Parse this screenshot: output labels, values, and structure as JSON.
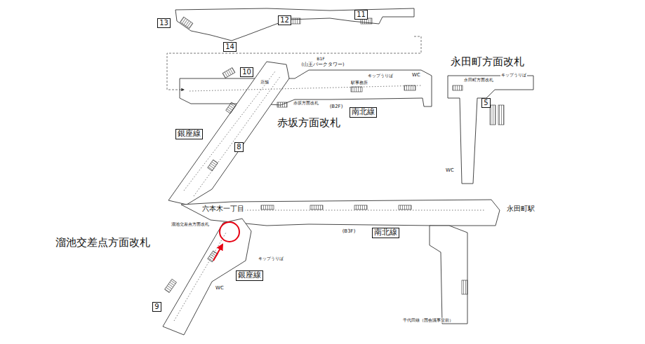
{
  "diagram": {
    "nodes": [
      {
        "text": [
          "13"
        ]
      },
      {
        "text": [
          "12"
        ]
      },
      {
        "text": [
          "11"
        ]
      },
      {
        "text": [
          "14"
        ]
      },
      {
        "text": [
          "10"
        ]
      },
      {
        "text": [
          "銀座線"
        ]
      },
      {
        "text": [
          "8"
        ]
      },
      {
        "text": [
          "南北線"
        ]
      },
      {
        "text": [
          "5"
        ]
      },
      {
        "text": [
          "南北線"
        ]
      },
      {
        "text": [
          "銀座線"
        ]
      },
      {
        "text": [
          "9"
        ]
      }
    ],
    "labels": [
      "B1F",
      "(山王パークタワー)",
      "店舗",
      "駅事務所",
      "キップうりば",
      "WC",
      "赤坂方面改札",
      "(B2F)",
      "赤坂方面改札",
      "永田町方面改札",
      "永田町方面改札",
      "キップうりば",
      "WC",
      "六本木一丁目",
      "永田町駅",
      "(B3F)",
      "溜池交差点方面改札",
      "溜池交差点方面改札",
      "キップうりば",
      "WC",
      "千代田線（国会議事堂前）"
    ]
  }
}
